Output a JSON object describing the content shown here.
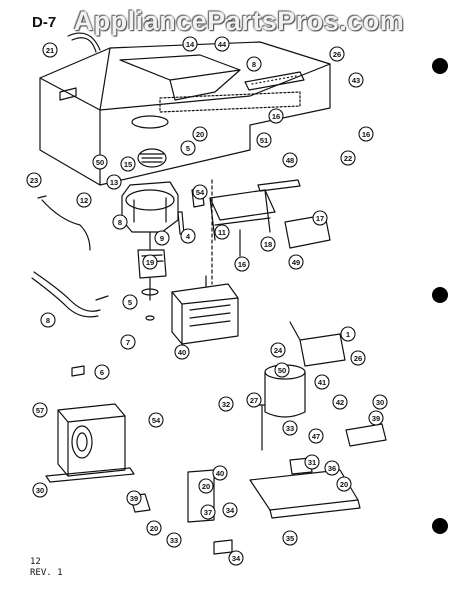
{
  "watermark": "AppliancePartsPros.com",
  "page_code": "D-7",
  "footer": {
    "page_number": "12",
    "revision": "REV. 1"
  },
  "callouts": [
    "21",
    "14",
    "44",
    "26",
    "8",
    "43",
    "16",
    "51",
    "48",
    "20",
    "5",
    "16",
    "22",
    "23",
    "50",
    "15",
    "13",
    "54",
    "12",
    "8",
    "4",
    "9",
    "11",
    "16",
    "17",
    "18",
    "49",
    "19",
    "8",
    "5",
    "7",
    "6",
    "40",
    "1",
    "26",
    "24",
    "50",
    "41",
    "27",
    "32",
    "33",
    "42",
    "30",
    "39",
    "57",
    "54",
    "30",
    "40",
    "36",
    "20",
    "20",
    "34",
    "47",
    "39",
    "20",
    "33",
    "37",
    "34",
    "35",
    "31"
  ],
  "colors": {
    "ink": "#111111",
    "paper": "#ffffff"
  }
}
